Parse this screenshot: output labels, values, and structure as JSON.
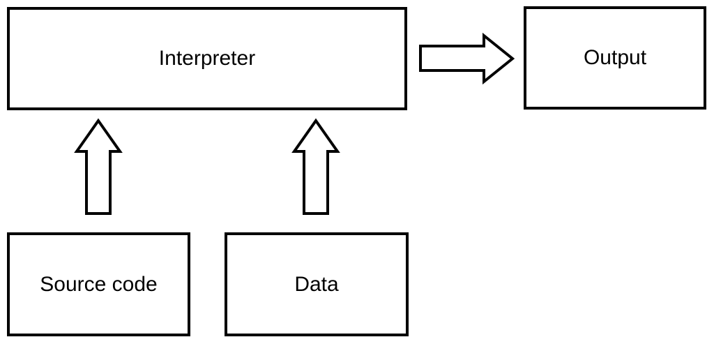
{
  "diagram": {
    "background_color": "#ffffff",
    "line_color": "#000000",
    "text_color": "#000000",
    "nodes": [
      {
        "id": "interpreter",
        "label": "Interpreter"
      },
      {
        "id": "output",
        "label": "Output"
      },
      {
        "id": "source-code",
        "label": "Source code"
      },
      {
        "id": "data",
        "label": "Data"
      }
    ],
    "connectors": [
      {
        "id": "interpreter-to-output",
        "style": "block-arrow-outline",
        "direction": "right",
        "from": "Interpreter",
        "to": "Output"
      },
      {
        "id": "source-code-to-interpreter",
        "style": "block-arrow-outline",
        "direction": "up",
        "from": "Source code",
        "to": "Interpreter"
      },
      {
        "id": "data-to-interpreter",
        "style": "block-arrow-outline",
        "direction": "up",
        "from": "Data",
        "to": "Interpreter"
      }
    ]
  }
}
